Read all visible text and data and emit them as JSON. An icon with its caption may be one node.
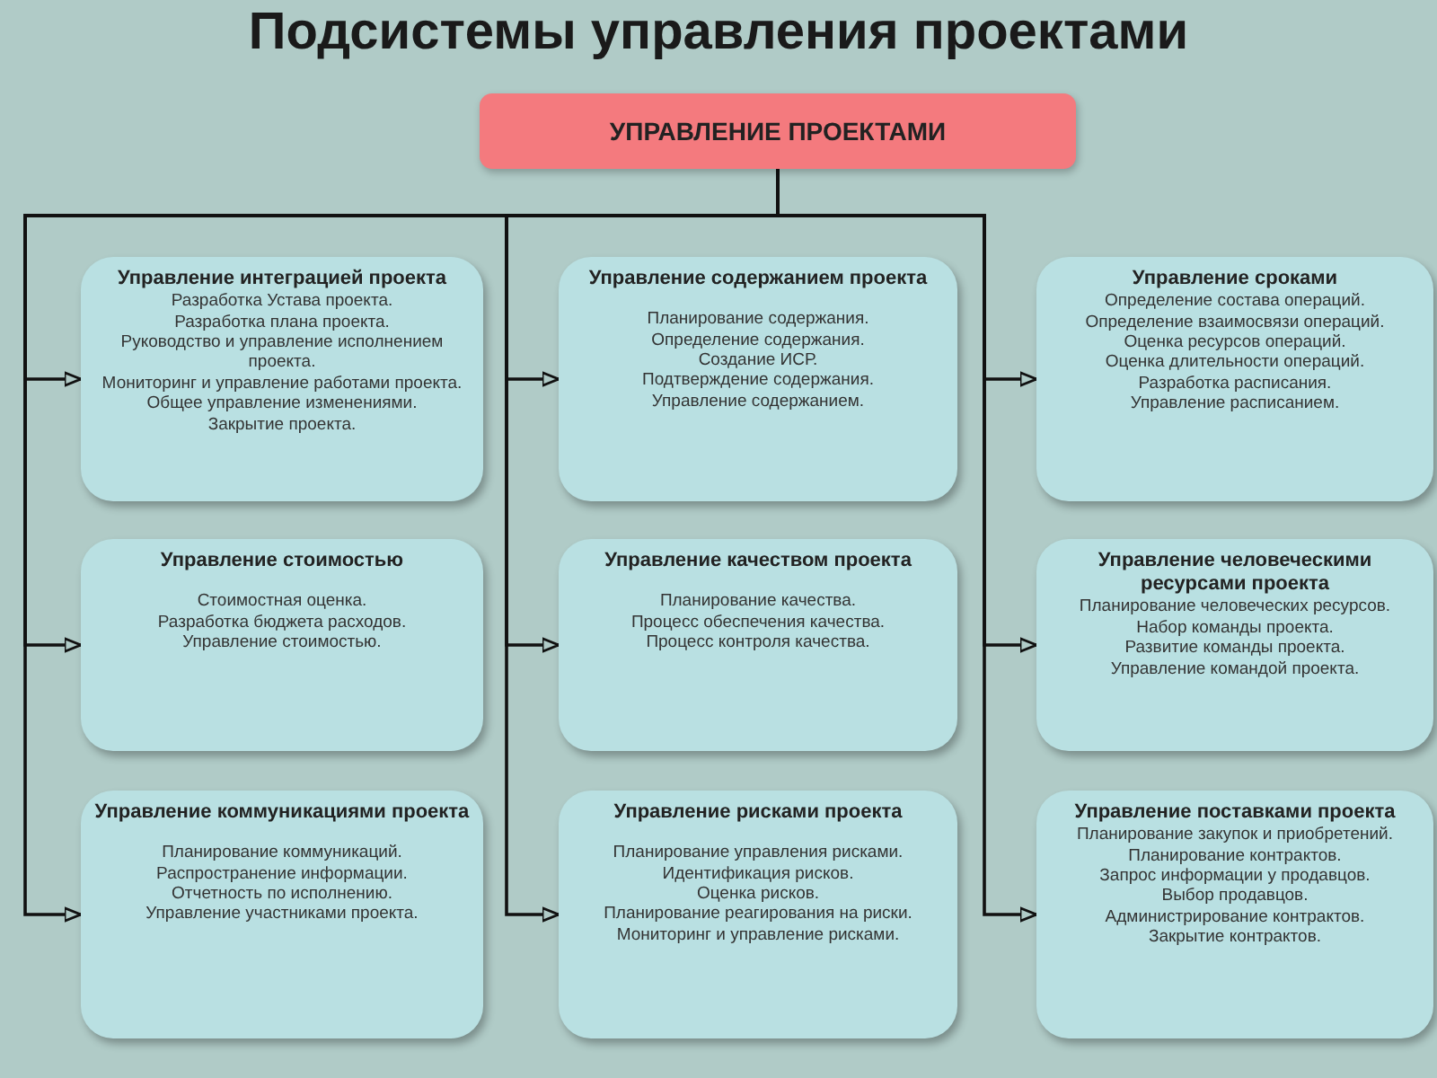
{
  "diagram": {
    "title": "Подсистемы управления проектами",
    "nodes": [
      {
        "text": [
          "УПРАВЛЕНИЕ ПРОЕКТАМИ"
        ]
      },
      {
        "text": [
          "Управление интеграцией проекта",
          "Разработка Устава проекта.",
          "Разработка плана проекта.",
          "Руководство и управление исполнением проекта.",
          "Мониторинг и управление работами проекта.",
          "Общее управление изменениями.",
          "Закрытие проекта."
        ]
      },
      {
        "text": [
          "Управление содержанием проекта",
          "Планирование содержания.",
          "Определение содержания.",
          "Создание ИСР.",
          "Подтверждение содержания.",
          "Управление содержанием."
        ]
      },
      {
        "text": [
          "Управление сроками",
          "Определение состава операций.",
          "Определение взаимосвязи операций.",
          "Оценка ресурсов операций.",
          "Оценка длительности операций.",
          "Разработка расписания.",
          "Управление расписанием."
        ]
      },
      {
        "text": [
          "Управление стоимостью",
          "Стоимостная оценка.",
          "Разработка бюджета расходов.",
          "Управление стоимостью."
        ]
      },
      {
        "text": [
          "Управление качеством проекта",
          "Планирование качества.",
          "Процесс обеспечения качества.",
          "Процесс контроля качества."
        ]
      },
      {
        "text": [
          "Управление человеческими ресурсами проекта",
          "Планирование человеческих ресурсов.",
          "Набор команды проекта.",
          "Развитие команды проекта.",
          "Управление командой проекта."
        ]
      },
      {
        "text": [
          "Управление коммуникациями проекта",
          "Планирование коммуникаций.",
          "Распространение информации.",
          "Отчетность по исполнению.",
          "Управление участниками проекта."
        ]
      },
      {
        "text": [
          "Управление рисками проекта",
          "Планирование управления рисками.",
          "Идентификация рисков.",
          "Оценка рисков.",
          "Планирование реагирования на риски.",
          "Мониторинг и управление рисками."
        ]
      },
      {
        "text": [
          "Управление поставками проекта",
          "Планирование закупок и приобретений.",
          "Планирование контрактов.",
          "Запрос информации у продавцов.",
          "Выбор продавцов.",
          "Администрирование контрактов.",
          "Закрытие контрактов."
        ]
      }
    ],
    "edges": [
      {
        "from": 0,
        "to": 1,
        "arrow": "to"
      },
      {
        "from": 0,
        "to": 2,
        "arrow": "to"
      },
      {
        "from": 0,
        "to": 3,
        "arrow": "to"
      },
      {
        "from": 0,
        "to": 4,
        "arrow": "to"
      },
      {
        "from": 0,
        "to": 5,
        "arrow": "to"
      },
      {
        "from": 0,
        "to": 6,
        "arrow": "to"
      },
      {
        "from": 0,
        "to": 7,
        "arrow": "to"
      },
      {
        "from": 0,
        "to": 8,
        "arrow": "to"
      },
      {
        "from": 0,
        "to": 9,
        "arrow": "to"
      }
    ]
  }
}
